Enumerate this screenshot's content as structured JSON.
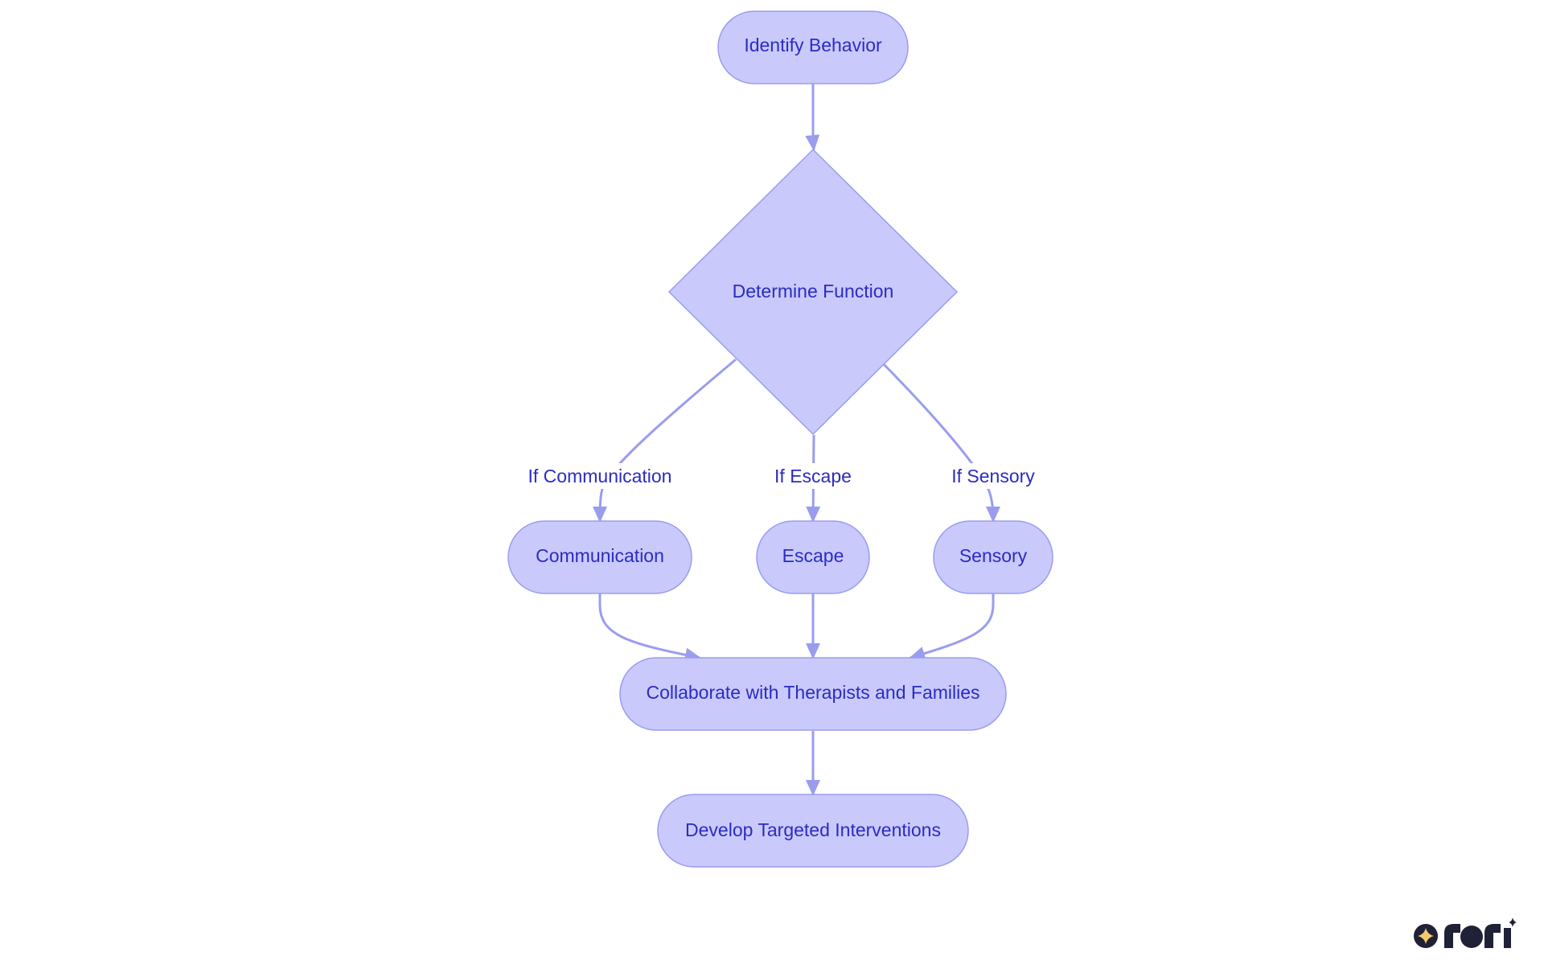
{
  "diagram": {
    "nodes": {
      "identify": "Identify Behavior",
      "determine": "Determine Function",
      "communication": "Communication",
      "escape": "Escape",
      "sensory": "Sensory",
      "collaborate": "Collaborate with Therapists and Families",
      "develop": "Develop Targeted Interventions"
    },
    "edges": {
      "to_communication": "If Communication",
      "to_escape": "If Escape",
      "to_sensory": "If Sensory"
    }
  },
  "colors": {
    "node_fill": "#c9cafb",
    "node_stroke": "#9a9cf0",
    "edge": "#9a9cf0",
    "text": "#2b2bc4"
  },
  "branding": {
    "logo_text": "rori",
    "logo_icon": "sparkle-circle-icon"
  }
}
